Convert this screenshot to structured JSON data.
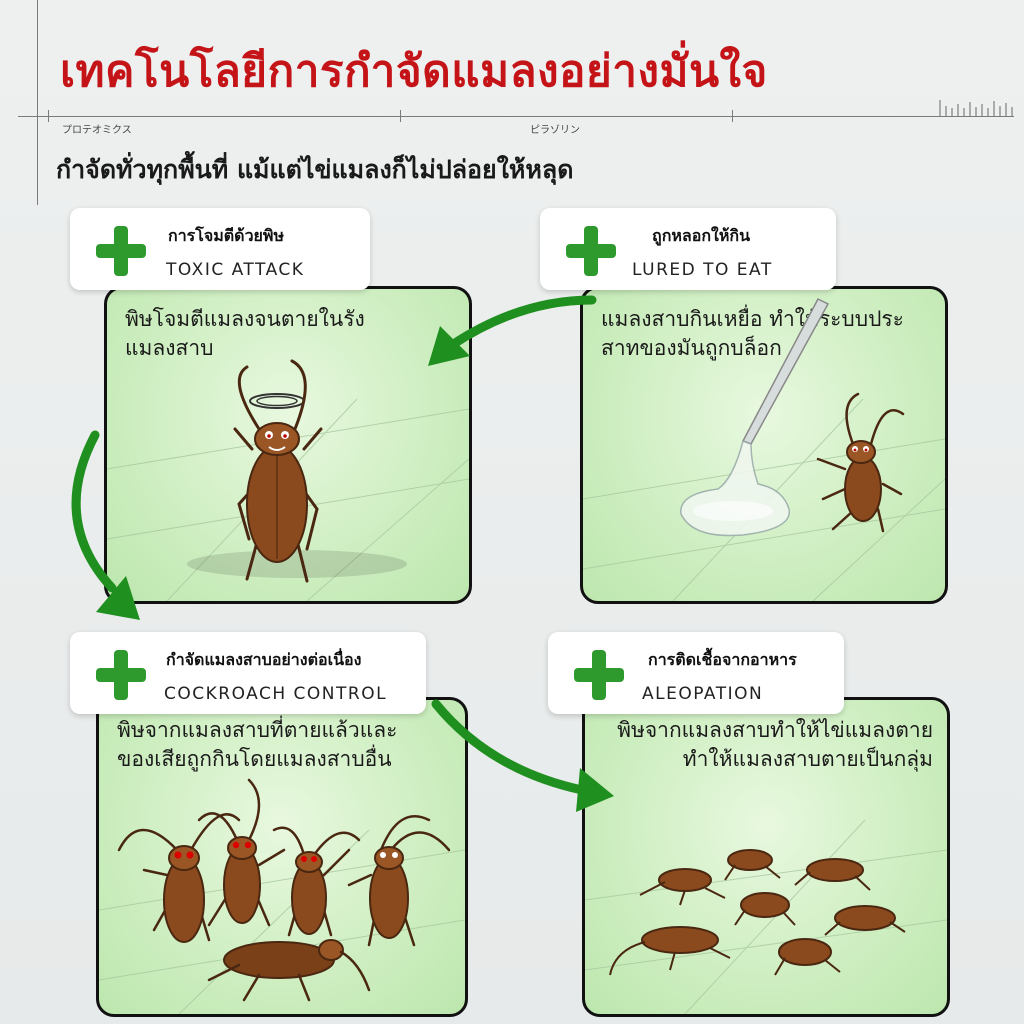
{
  "header": {
    "title": "เทคโนโลยีการกำจัดแมลงอย่างมั่นใจ",
    "subtitle": "กำจัดทั่วทุกพื้นที่ แม้แต่ไข่แมลงก็ไม่ปล่อยให้หลุด",
    "ruler_labels": [
      "プロテオミクス",
      "ピラゾリン"
    ]
  },
  "steps": [
    {
      "title_th": "การโจมตีด้วยพิษ",
      "title_en": "TOXIC ATTACK",
      "description": [
        "พิษโจมตีแมลงจนตายในรัง",
        "แมลงสาบ"
      ]
    },
    {
      "title_th": "ถูกหลอกให้กิน",
      "title_en": "LURED TO EAT",
      "description": [
        "แมลงสาบกินเหยื่อ ทำให้ระบบประ",
        "สาทของมันถูกบล็อก"
      ]
    },
    {
      "title_th": "กำจัดแมลงสาบอย่างต่อเนื่อง",
      "title_en": "COCKROACH CONTROL",
      "description": [
        "พิษจากแมลงสาบที่ตายแล้วและ",
        "ของเสียถูกกินโดยแมลงสาบอื่น"
      ]
    },
    {
      "title_th": "การติดเชื้อจากอาหาร",
      "title_en": "ALEOPATION",
      "description": [
        "พิษจากแมลงสาบทำให้ไข่แมลงตาย",
        "ทำให้แมลงสาบตายเป็นกลุ่ม"
      ]
    }
  ],
  "colors": {
    "title_red": "#c41418",
    "plus_green": "#2e9a2e",
    "arrow_green": "#1f8f1f",
    "panel_green": "#cdeec0",
    "roach_brown": "#8a4a1e"
  },
  "icons": [
    "plus-icon",
    "cockroach-icon",
    "bait-gel-icon",
    "halo-icon"
  ]
}
